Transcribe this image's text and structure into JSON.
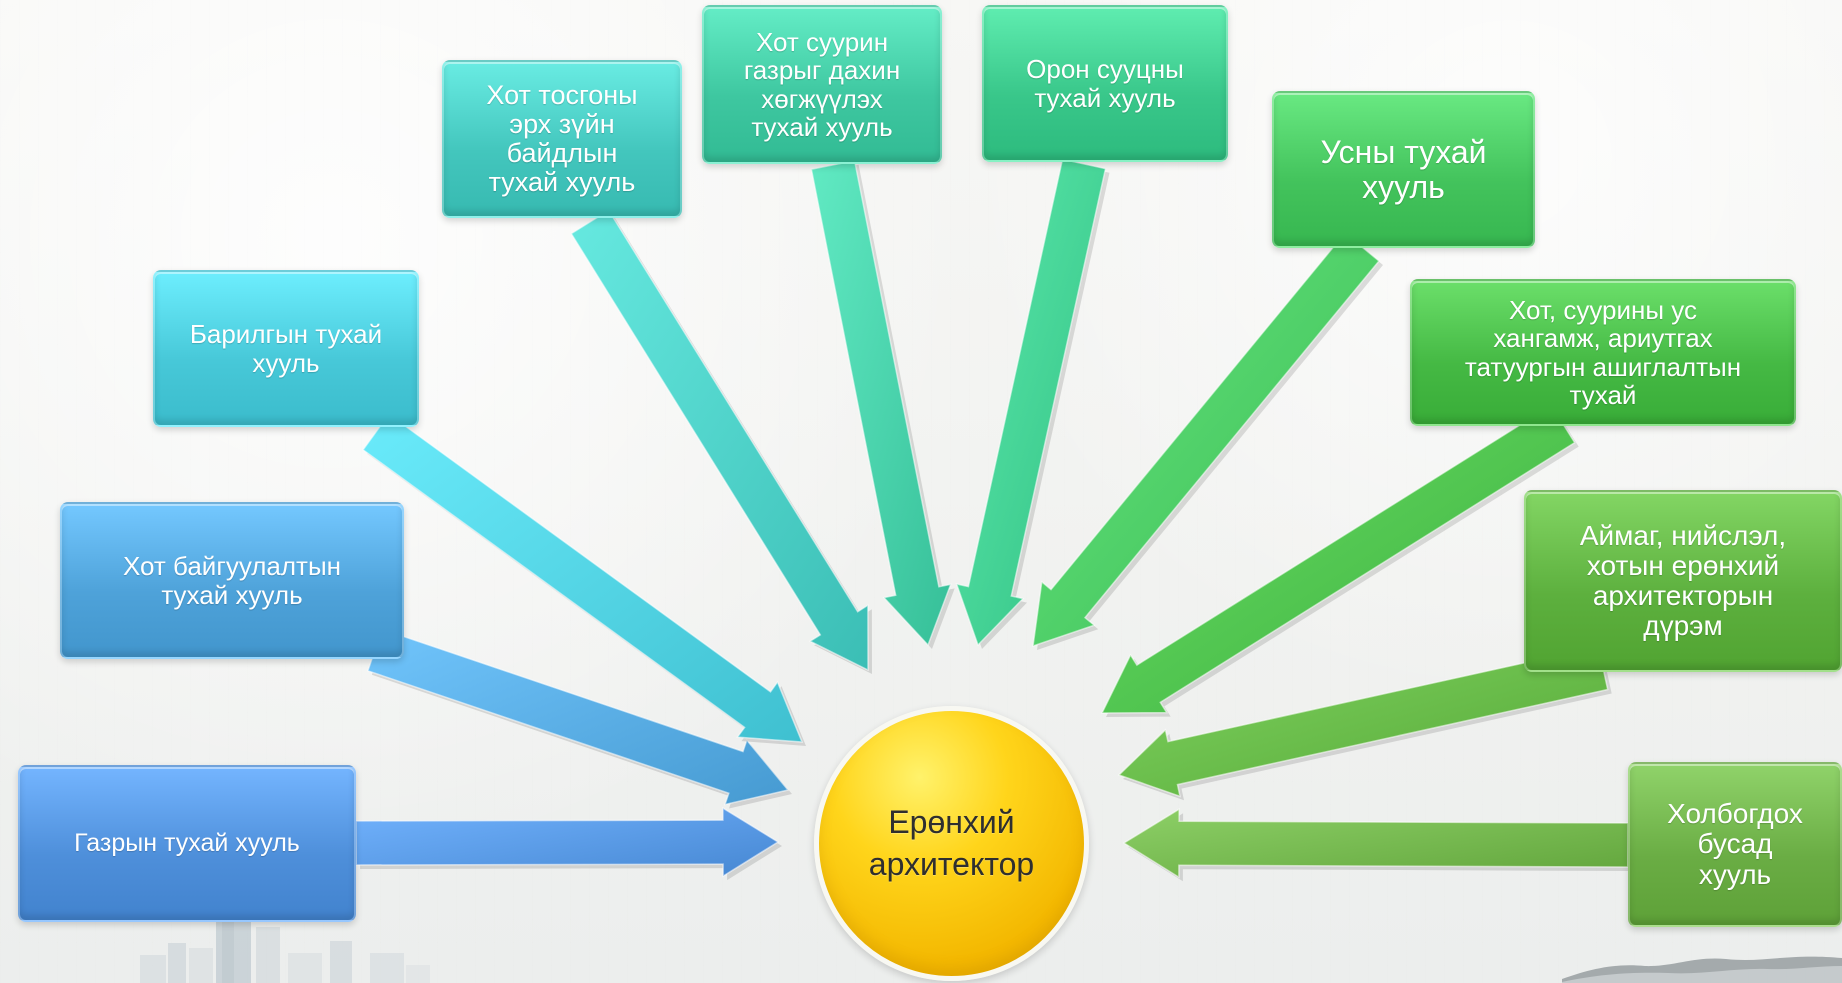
{
  "diagram": {
    "hub": {
      "label": "Ерөнхий\nархитектор",
      "color": "#f6c400"
    },
    "laws": [
      {
        "text": "Газрын тухай хууль",
        "color": "#4e8fda"
      },
      {
        "text": "Хот байгуулалтын\nтухай хууль",
        "color": "#4ea2d9"
      },
      {
        "text": "Барилгын тухай\nхууль",
        "color": "#47c8d8"
      },
      {
        "text": "Хот тосгоны\nэрх зүйн\nбайдлын\nтухай хууль",
        "color": "#43c6bd"
      },
      {
        "text": "Хот суурин\nгазрыг дахин\nхөгжүүлэх\nтухай хууль",
        "color": "#3ec7a0"
      },
      {
        "text": "Орон сууцны\nтухай хууль",
        "color": "#39c78a"
      },
      {
        "text": "Усны тухай\nхууль",
        "color": "#43c35c"
      },
      {
        "text": "Хот, суурины ус\nхангамж, ариутгах\nтатуургын ашиглалтын\nтухай",
        "color": "#45b944"
      },
      {
        "text": "Аймаг, нийслэл,\nхотын ерөнхий\nархитекторын\nдүрэм",
        "color": "#5db03e"
      },
      {
        "text": "Холбогдох\nбусад\nхууль",
        "color": "#6aad44"
      }
    ]
  }
}
